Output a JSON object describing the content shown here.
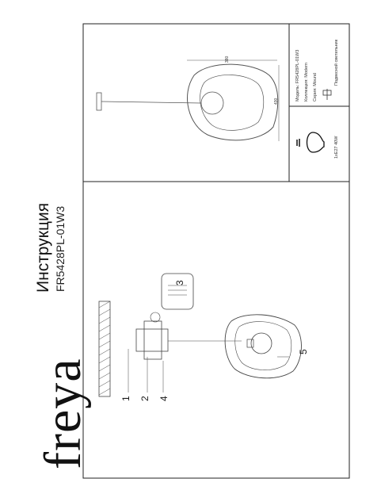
{
  "brand": {
    "logo_text": "freya"
  },
  "header": {
    "title": "Инструкция",
    "model_code": "FR5428PL-01W3"
  },
  "assembly_callouts": [
    "1",
    "2",
    "3",
    "4",
    "5"
  ],
  "dimension_drawing": {
    "width_label": "380",
    "height_label": "430"
  },
  "spec_table": {
    "model_line": "Модель: FR5428PL-01W3",
    "collection_line": "Коллекция: Modern",
    "series_line": "Серия: Mound",
    "type_line": "Подвесной светильник",
    "lamp_spec": "1xE27 40W"
  },
  "colors": {
    "ink": "#222222",
    "paper": "#ffffff"
  }
}
